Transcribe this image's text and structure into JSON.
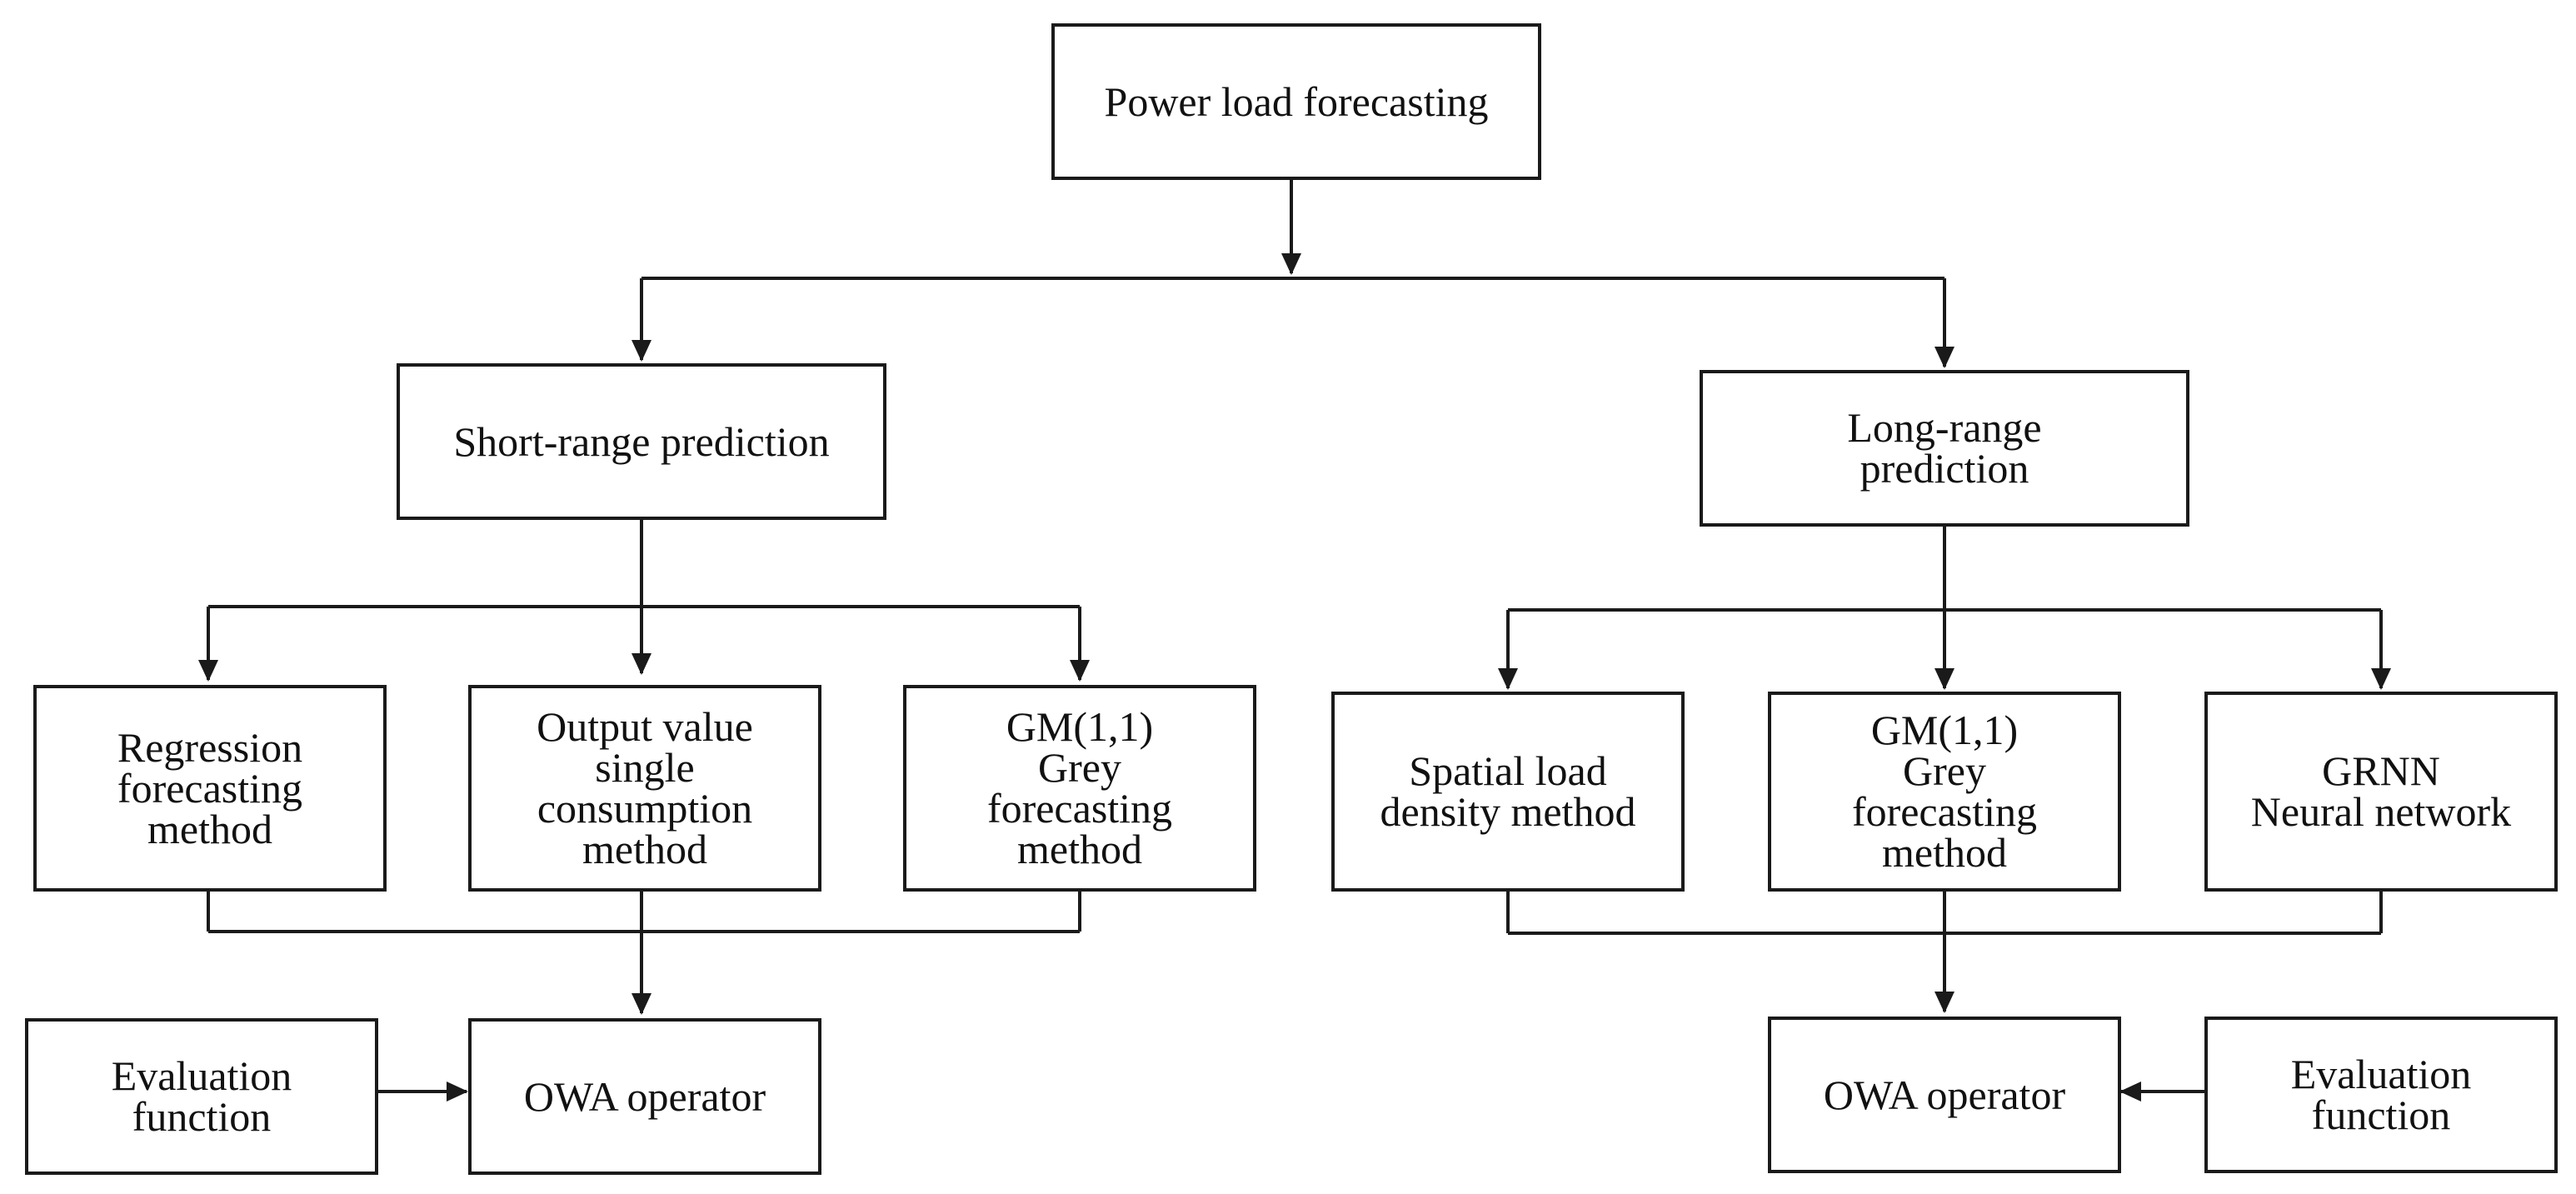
{
  "diagram": {
    "root": "Power load forecasting",
    "short": {
      "title": "Short-range prediction",
      "m1": "Regression\nforecasting\nmethod",
      "m2": "Output value\nsingle\nconsumption\nmethod",
      "m3": "GM(1,1)\nGrey\nforecasting\nmethod",
      "eval": "Evaluation\nfunction",
      "owa": "OWA operator"
    },
    "long": {
      "title": "Long-range\nprediction",
      "m1": "Spatial load\ndensity method",
      "m2": "GM(1,1)\nGrey\nforecasting\nmethod",
      "m3": "GRNN\nNeural network",
      "eval": "Evaluation\nfunction",
      "owa": "OWA operator"
    }
  }
}
